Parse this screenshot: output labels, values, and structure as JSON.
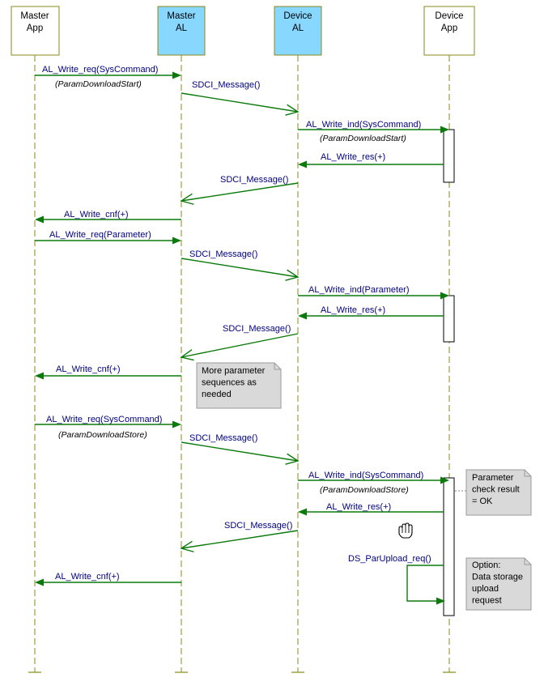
{
  "lifelines": [
    {
      "id": "master-app",
      "label_lines": [
        "Master",
        "App"
      ],
      "fill": "#ffffff"
    },
    {
      "id": "master-al",
      "label_lines": [
        "Master",
        "AL"
      ],
      "fill": "#87d7ff"
    },
    {
      "id": "device-al",
      "label_lines": [
        "Device",
        "AL"
      ],
      "fill": "#87d7ff"
    },
    {
      "id": "device-app",
      "label_lines": [
        "Device",
        "App"
      ],
      "fill": "#ffffff"
    }
  ],
  "messages": [
    {
      "label": "AL_Write_req(SysCommand)",
      "param": "(ParamDownloadStart)"
    },
    {
      "label": "SDCI_Message()"
    },
    {
      "label": "AL_Write_ind(SysCommand)",
      "param": "(ParamDownloadStart)"
    },
    {
      "label": "AL_Write_res(+)"
    },
    {
      "label": "SDCI_Message()"
    },
    {
      "label": "AL_Write_cnf(+)"
    },
    {
      "label": "AL_Write_req(Parameter)"
    },
    {
      "label": "SDCI_Message()"
    },
    {
      "label": "AL_Write_ind(Parameter)"
    },
    {
      "label": "AL_Write_res(+)"
    },
    {
      "label": "SDCI_Message()"
    },
    {
      "label": "AL_Write_cnf(+)"
    },
    {
      "label": "AL_Write_req(SysCommand)",
      "param": "(ParamDownloadStore)"
    },
    {
      "label": "SDCI_Message()"
    },
    {
      "label": "AL_Write_ind(SysCommand)",
      "param": "(ParamDownloadStore)"
    },
    {
      "label": "AL_Write_res(+)"
    },
    {
      "label": "SDCI_Message()"
    },
    {
      "label": "AL_Write_cnf(+)"
    },
    {
      "label": "DS_ParUpload_req()"
    }
  ],
  "notes": [
    {
      "lines": [
        "More parameter",
        "sequences as",
        "needed"
      ]
    },
    {
      "lines": [
        "Parameter",
        "check result",
        "= OK"
      ]
    },
    {
      "lines": [
        "Option:",
        "Data storage",
        "upload",
        "request"
      ]
    }
  ],
  "colors": {
    "arrow": "#0b7a0b",
    "label": "#000080",
    "lifeline": "#8a8a1a",
    "note_fill": "#d9d9d9",
    "al_fill": "#87d7ff"
  },
  "icons": {
    "cursor": "hand-cursor-icon"
  }
}
